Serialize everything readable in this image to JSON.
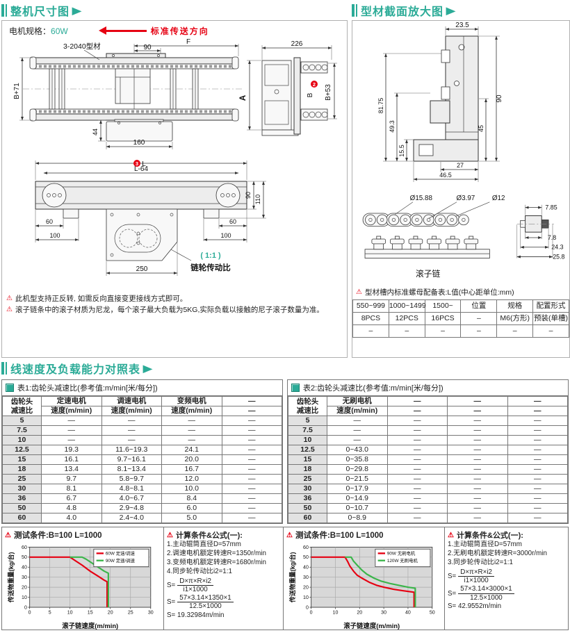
{
  "colors": {
    "teal": "#2BAB97",
    "red": "#E60012",
    "green": "#3BB54A"
  },
  "icons": {
    "warning": "⚠",
    "title_arrow": "▶"
  },
  "page": {
    "section1_title": "整机尺寸图",
    "section2_title": "型材截面放大图",
    "section3_title": "线速度及负载能力对照表"
  },
  "overall": {
    "motor_label": "电机规格：",
    "motor_value": "60W",
    "direction": "标准传送方向",
    "dims": {
      "F": "F",
      "d90": "90",
      "profile_callout": "3-2040型材",
      "B71": "B+71",
      "d44": "44",
      "d160": "160",
      "A": "A",
      "d226": "226",
      "marker2": "2",
      "B": "B",
      "B53": "B+53",
      "marker3": "3",
      "L": "L",
      "L64": "L-64",
      "d90b": "90",
      "d110": "110",
      "d60l": "60",
      "d100l": "100",
      "d60r": "60",
      "d100r": "100",
      "d250": "250",
      "ratio": "( 1:1 )",
      "ratio_label": "链轮传动比"
    },
    "notes": [
      "此机型支持正反转, 如需反向直接变更接线方式即可。",
      "滚子链条中的滚子材质为尼龙，每个滚子最大负载为5KG,实际负载以接触的尼子滚子数量为准。"
    ]
  },
  "profile": {
    "dims": {
      "d235": "23.5",
      "d8175": "81.75",
      "d493": "49.3",
      "d155": "15.5",
      "d90": "90",
      "d45": "45",
      "d27": "27",
      "d465": "46.5"
    },
    "chain": {
      "d1588": "Ø15.88",
      "d397": "Ø3.97",
      "d12": "Ø12",
      "d785": "7.85",
      "d78": "7.8",
      "d243": "24.3",
      "d258": "25.8",
      "label": "滚子链"
    },
    "note": "型材槽内标准螺母配备表:L值(中心距单位:mm)",
    "table": {
      "headers": [
        "550~999",
        "1000~1499",
        "1500~",
        "位置",
        "规格",
        "配置形式"
      ],
      "rows": [
        [
          "8PCS",
          "12PCS",
          "16PCS",
          "–",
          "M6(方形)",
          "预装(单槽)"
        ],
        [
          "–",
          "–",
          "–",
          "–",
          "–",
          "–"
        ]
      ]
    }
  },
  "speed": {
    "table1": {
      "caption": "表1:齿轮头减速比(参考值:m/min[米/每分])",
      "head_col": [
        "齿轮头",
        "减速比"
      ],
      "head_row1": [
        "定速电机",
        "调速电机",
        "变频电机",
        "—"
      ],
      "head_row2": [
        "速度(m/min)",
        "速度(m/min)",
        "速度(m/min)",
        "—"
      ],
      "rows": [
        [
          "5",
          "—",
          "—",
          "—",
          "—"
        ],
        [
          "7.5",
          "—",
          "—",
          "—",
          "—"
        ],
        [
          "10",
          "—",
          "—",
          "—",
          "—"
        ],
        [
          "12.5",
          "19.3",
          "11.6~19.3",
          "24.1",
          "—"
        ],
        [
          "15",
          "16.1",
          "9.7~16.1",
          "20.0",
          "—"
        ],
        [
          "18",
          "13.4",
          "8.1~13.4",
          "16.7",
          "—"
        ],
        [
          "25",
          "9.7",
          "5.8~9.7",
          "12.0",
          "—"
        ],
        [
          "30",
          "8.1",
          "4.8~8.1",
          "10.0",
          "—"
        ],
        [
          "36",
          "6.7",
          "4.0~6.7",
          "8.4",
          "—"
        ],
        [
          "50",
          "4.8",
          "2.9~4.8",
          "6.0",
          "—"
        ],
        [
          "60",
          "4.0",
          "2.4~4.0",
          "5.0",
          "—"
        ]
      ]
    },
    "table2": {
      "caption": "表2:齿轮头减速比(参考值:m/min[米/每分])",
      "head_col": [
        "齿轮头",
        "减速比"
      ],
      "head_row1": [
        "无刷电机",
        "—",
        "—",
        "—"
      ],
      "head_row2": [
        "速度(m/min)",
        "—",
        "—",
        "—"
      ],
      "rows": [
        [
          "5",
          "—",
          "—",
          "—",
          "—"
        ],
        [
          "7.5",
          "—",
          "—",
          "—",
          "—"
        ],
        [
          "10",
          "—",
          "—",
          "—",
          "—"
        ],
        [
          "12.5",
          "0~43.0",
          "—",
          "—",
          "—"
        ],
        [
          "15",
          "0~35.8",
          "—",
          "—",
          "—"
        ],
        [
          "18",
          "0~29.8",
          "—",
          "—",
          "—"
        ],
        [
          "25",
          "0~21.5",
          "—",
          "—",
          "—"
        ],
        [
          "30",
          "0~17.9",
          "—",
          "—",
          "—"
        ],
        [
          "36",
          "0~14.9",
          "—",
          "—",
          "—"
        ],
        [
          "50",
          "0~10.7",
          "—",
          "—",
          "—"
        ],
        [
          "60",
          "0~8.9",
          "—",
          "—",
          "—"
        ]
      ]
    },
    "panel1": {
      "condition": "测试条件:B=100  L=1000"
    },
    "panel2": {
      "condition": "测试条件:B=100  L=1000"
    },
    "formula1": {
      "title": "计算条件&公式(一):",
      "lines": [
        "1.主动辊筒直径D=57mm",
        "2.调速电机额定转速R=1350r/min",
        "3.变频电机额定转速R=1680r/min",
        "4.同步轮传动比i2=1:1"
      ],
      "s": "S=",
      "f1_num": "D×π×R×i2",
      "f1_den": "i1×1000",
      "f2_num": "57×3.14×1350×1",
      "f2_den": "12.5×1000",
      "result": "S= 19.32984m/min"
    },
    "formula2": {
      "title": "计算条件&公式(一):",
      "lines": [
        "1.主动辊筒直径D=57mm",
        "2.无刷电机额定转速R=3000r/min",
        "3.同步轮传动比i2=1:1"
      ],
      "s": "S=",
      "f1_num": "D×π×R×i2",
      "f1_den": "i1×1000",
      "f2_num": "57×3.14×3000×1",
      "f2_den": "12.5×1000",
      "result": "S= 42.9552m/min"
    }
  },
  "chart_data": [
    {
      "type": "line",
      "title": "测试条件:B=100 L=1000",
      "xlabel": "滚子链速度(m/min)",
      "ylabel": "传送物重量(kg/台)",
      "xlim": [
        0,
        30
      ],
      "ylim": [
        0,
        60
      ],
      "xticks": [
        0,
        5,
        10,
        15,
        20,
        25,
        30
      ],
      "yticks": [
        0,
        10,
        20,
        30,
        40,
        50,
        60
      ],
      "grid": true,
      "legend_position": "top-right",
      "series": [
        {
          "name": "60W 定速/调速",
          "color": "#E60012",
          "points": [
            [
              0,
              50
            ],
            [
              10,
              50
            ],
            [
              11.5,
              46
            ],
            [
              13,
              42
            ],
            [
              15,
              36
            ],
            [
              17,
              31
            ],
            [
              18.5,
              27
            ],
            [
              19.2,
              25.5
            ],
            [
              19.2,
              0
            ]
          ]
        },
        {
          "name": "90W 定速/调速",
          "color": "#3BB54A",
          "points": [
            [
              10,
              50
            ],
            [
              13,
              50
            ],
            [
              14,
              48
            ],
            [
              15.5,
              44
            ],
            [
              17,
              40
            ],
            [
              18.5,
              36
            ],
            [
              19.5,
              34
            ],
            [
              19.5,
              0
            ]
          ]
        }
      ]
    },
    {
      "type": "line",
      "title": "测试条件:B=100 L=1000",
      "xlabel": "滚子链速度(m/min)",
      "ylabel": "传送物重量(kg/台)",
      "xlim": [
        0,
        50
      ],
      "ylim": [
        0,
        60
      ],
      "xticks": [
        0,
        10,
        20,
        30,
        40,
        50
      ],
      "yticks": [
        0,
        10,
        20,
        30,
        40,
        50,
        60
      ],
      "grid": true,
      "legend_position": "top-right",
      "series": [
        {
          "name": "90W 无刷电机",
          "color": "#E60012",
          "points": [
            [
              0,
              50
            ],
            [
              14,
              50
            ],
            [
              15,
              46
            ],
            [
              16,
              41
            ],
            [
              17.5,
              36
            ],
            [
              19,
              32
            ],
            [
              21,
              29
            ],
            [
              24,
              25
            ],
            [
              27,
              22
            ],
            [
              30,
              20
            ],
            [
              34,
              18
            ],
            [
              38,
              16.5
            ],
            [
              42.5,
              15
            ],
            [
              42.5,
              0
            ]
          ]
        },
        {
          "name": "120W 无刷电机",
          "color": "#3BB54A",
          "points": [
            [
              14,
              50
            ],
            [
              16.5,
              50
            ],
            [
              17.5,
              46
            ],
            [
              19,
              42
            ],
            [
              21,
              37
            ],
            [
              23,
              33
            ],
            [
              26,
              29
            ],
            [
              29,
              26
            ],
            [
              33,
              23.5
            ],
            [
              37,
              21.5
            ],
            [
              40,
              20
            ],
            [
              43,
              19
            ],
            [
              43,
              0
            ]
          ]
        }
      ]
    }
  ]
}
